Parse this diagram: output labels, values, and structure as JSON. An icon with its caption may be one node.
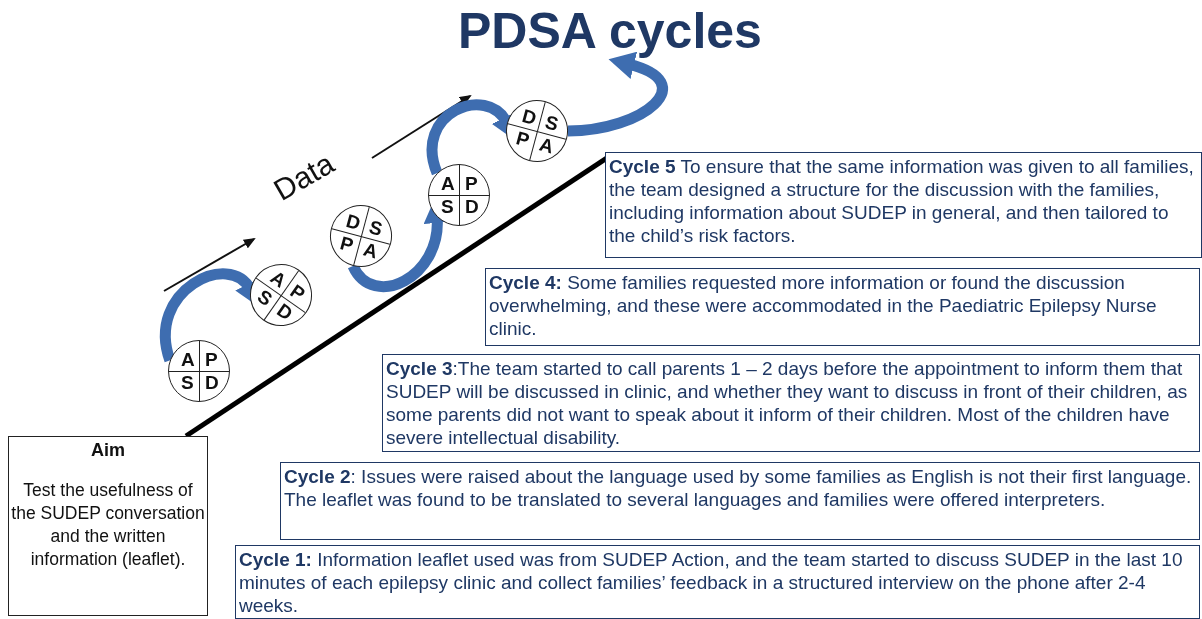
{
  "diagram": {
    "title": "PDSA cycles",
    "nodes": [
      {
        "text": [
          "A",
          "P",
          "S",
          "D"
        ]
      },
      {
        "text": [
          "A",
          "P",
          "S",
          "D"
        ]
      },
      {
        "text": [
          "D",
          "S",
          "P",
          "A"
        ]
      },
      {
        "text": [
          "A",
          "P",
          "S",
          "D"
        ]
      },
      {
        "text": [
          "D",
          "S",
          "P",
          "A"
        ]
      },
      {
        "text": [
          "**Cycle 5** To ensure that the same information was given to all families, the team designed a structure for the discussion with the families, including information about SUDEP in general, and then tailored to the child’s risk factors."
        ]
      },
      {
        "text": [
          "**Cycle 4:** Some families requested more information or found the discussion overwhelming, and these were accommodated in the Paediatric Epilepsy Nurse clinic."
        ]
      },
      {
        "text": [
          "**Cycle 3**:The team started to call parents 1 – 2 days before the appointment to inform them that SUDEP will be discussed in clinic, and whether they want to discuss in front of their children, as some parents did not want to speak about it inform of their children. Most of the children have severe intellectual disability."
        ]
      },
      {
        "text": [
          "**Cycle 2**: Issues were raised about the language used by some families as English is not their first language. The leaflet was found to be translated to several languages and families were offered interpreters."
        ]
      },
      {
        "text": [
          "**Cycle 1:** Information leaflet used was from SUDEP Action, and the team started to discuss SUDEP in the last 10 minutes of each epilepsy clinic and collect families’ feedback in a structured interview on the phone after 2-4 weeks."
        ]
      },
      {
        "text": [
          "Aim",
          "Test the usefulness of the SUDEP conversation and the written information (leaflet)."
        ]
      }
    ],
    "edges": [
      {
        "from": 0,
        "to": 1,
        "arrow": "to"
      },
      {
        "from": 2,
        "to": 3,
        "arrow": "to"
      },
      {
        "from": 3,
        "to": 4,
        "arrow": "to"
      },
      {
        "from": 4,
        "to": null,
        "arrow": "to"
      },
      {
        "from": 10,
        "to": 5,
        "arrow": "none",
        "color": "#000000"
      }
    ],
    "labels": [
      "Data"
    ]
  }
}
